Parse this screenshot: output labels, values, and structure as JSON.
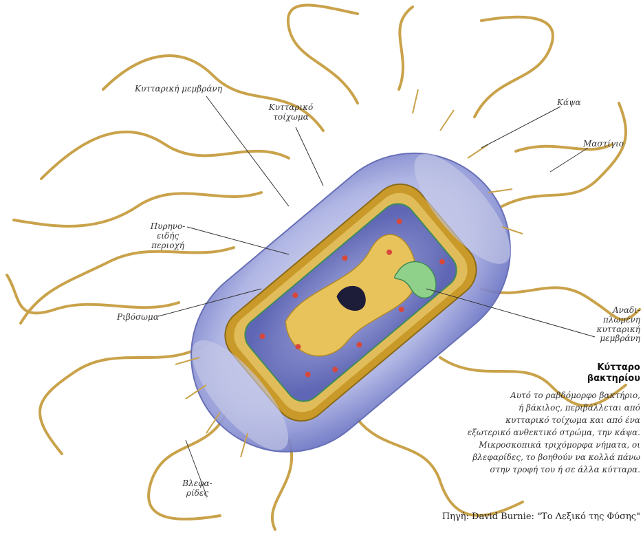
{
  "labels": {
    "cell_membrane": "Κυτταρική μεμβράνη",
    "cell_wall": "Κυτταρικό\nτοίχωμα",
    "capsule": "Κάψα",
    "flagellum": "Μαστίγιο",
    "nucleoid": "Πυρηνο-\nειδής\nπεριοχή",
    "ribosome": "Ριβόσωμα",
    "folded_membrane": "Αναδι-\nπλωμένη\nκυτταρική\nμεμβράνη",
    "pili": "Βλεφα-\nρίδες"
  },
  "caption": {
    "title_line1": "Κύτταρο",
    "title_line2": "βακτηρίου",
    "lines": [
      "Αυτό το ραβδόμορφο βακτήριο,",
      "ή βάκιλος, περιβάλλεται από",
      "κυτταρικό τοίχωμα και από ένα",
      "εξωτερικό ανθεκτικό στρώμα, την κάψα.",
      "Μικροσκοπικά τριχόμορφα νήματα, οι",
      "βλεφαρίδες, το βοηθούν να κολλά πάνω",
      "στην τροφή του ή σε άλλα κύτταρα."
    ]
  },
  "source": "Πηγή: David Burnie: \"Το Λεξικό της Φύσης\"",
  "colors": {
    "capsule": "#8a93d6",
    "flagella": "#c9a24a",
    "wall": "#c99a2a",
    "cytoplasm": "#7b82c8",
    "nucleoid": "#e8c25a",
    "plasmid": "#8fd08a",
    "ribosome": "#d8483a"
  }
}
